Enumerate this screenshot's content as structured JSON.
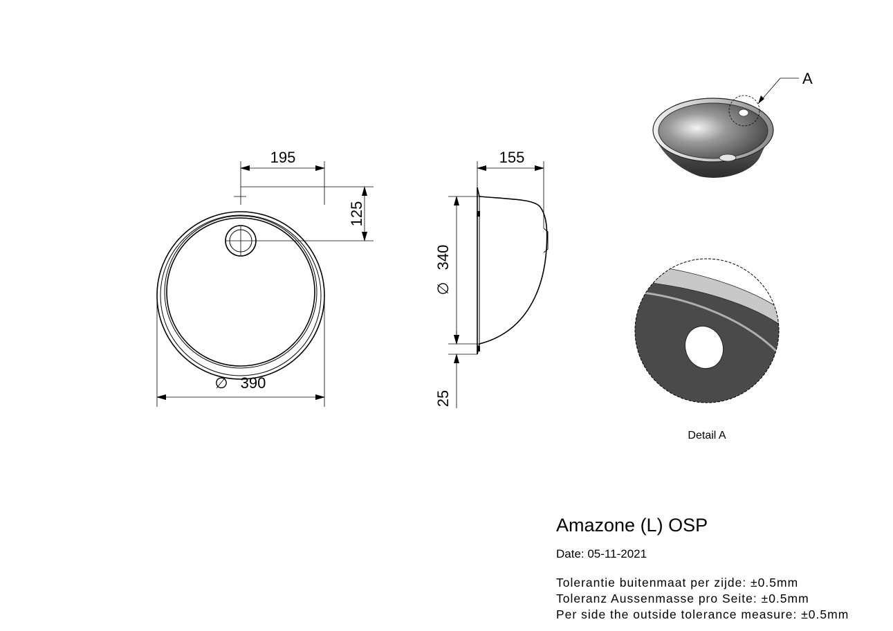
{
  "dimensions": {
    "half_width": "195",
    "drain_offset": "125",
    "diameter_outer": "390",
    "depth": "155",
    "diameter_inner": "340",
    "rim_height": "25",
    "diameter_symbol": "∅"
  },
  "callout_label": "A",
  "detail_label": "Detail A",
  "title_block": {
    "title": "Amazone (L) OSP",
    "date": "Date: 05-11-2021",
    "tolerances": [
      "Tolerantie buitenmaat per zijde: ±0.5mm",
      "Toleranz Aussenmasse pro Seite: ±0.5mm",
      "Per side the outside tolerance measure: ±0.5mm"
    ]
  }
}
